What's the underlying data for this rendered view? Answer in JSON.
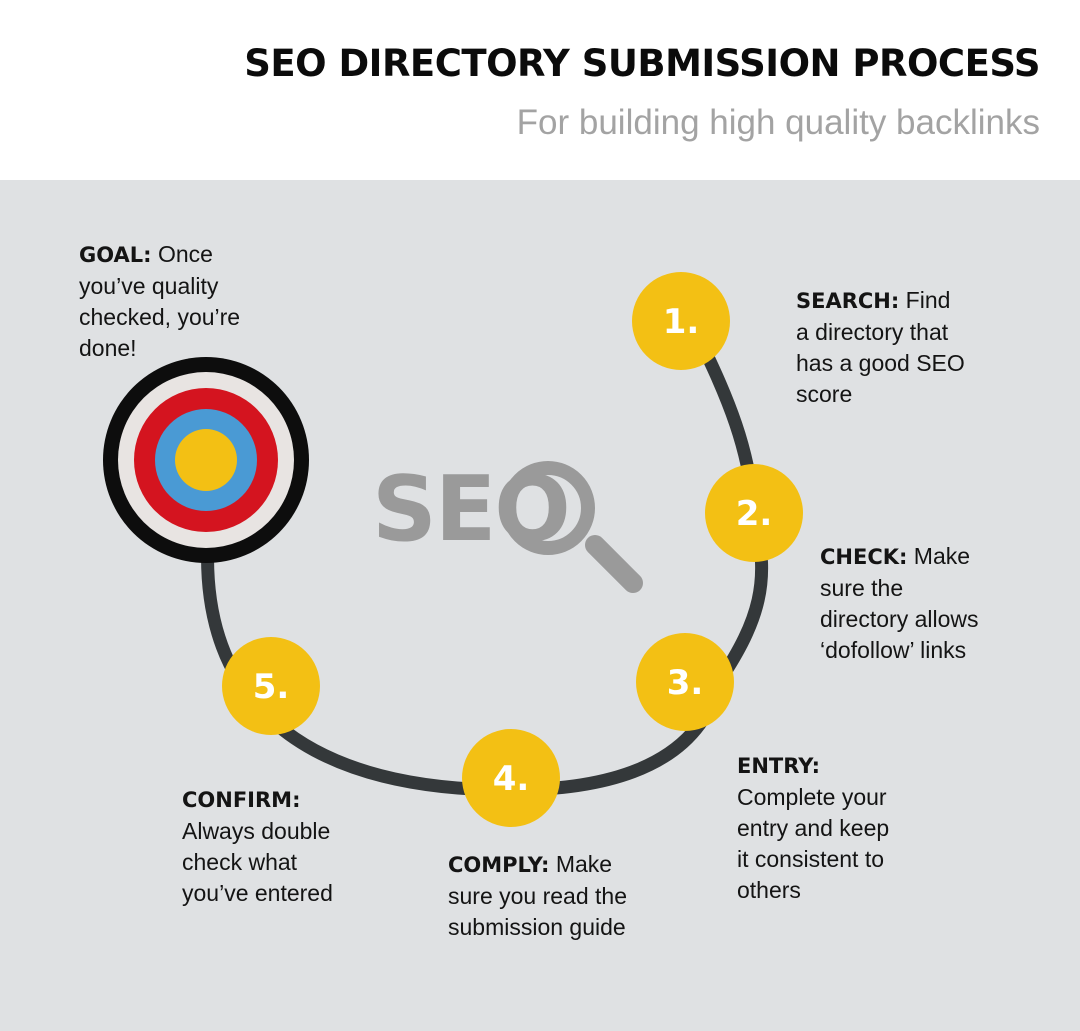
{
  "header": {
    "title": "SEO DIRECTORY SUBMISSION PROCESS",
    "subtitle": "For building high quality backlinks"
  },
  "logo": {
    "text": "SEO"
  },
  "colors": {
    "step_circle": "#f3c014",
    "path": "#34383a",
    "target_outer": "#0d0d0d",
    "target_white": "#e8e4e2",
    "target_red": "#d4141f",
    "target_blue": "#4a9ad4",
    "target_center": "#f3c014",
    "panel_bg": "#dfe1e3"
  },
  "goal": {
    "label": "GOAL:",
    "text": " Once\nyou’ve quality\nchecked, you’re\ndone!"
  },
  "steps": [
    {
      "number": "1.",
      "label": "SEARCH:",
      "text": " Find\na directory that\nhas a good SEO\nscore"
    },
    {
      "number": "2.",
      "label": "CHECK:",
      "text": " Make\nsure the\ndirectory allows\n‘dofollow’ links"
    },
    {
      "number": "3.",
      "label": "ENTRY:",
      "text": "\nComplete your\nentry and keep\nit consistent to\nothers"
    },
    {
      "number": "4.",
      "label": "COMPLY:",
      "text": " Make\nsure you read the\nsubmission guide"
    },
    {
      "number": "5.",
      "label": "CONFIRM:",
      "text": "\nAlways double\ncheck what\nyou’ve entered"
    }
  ]
}
